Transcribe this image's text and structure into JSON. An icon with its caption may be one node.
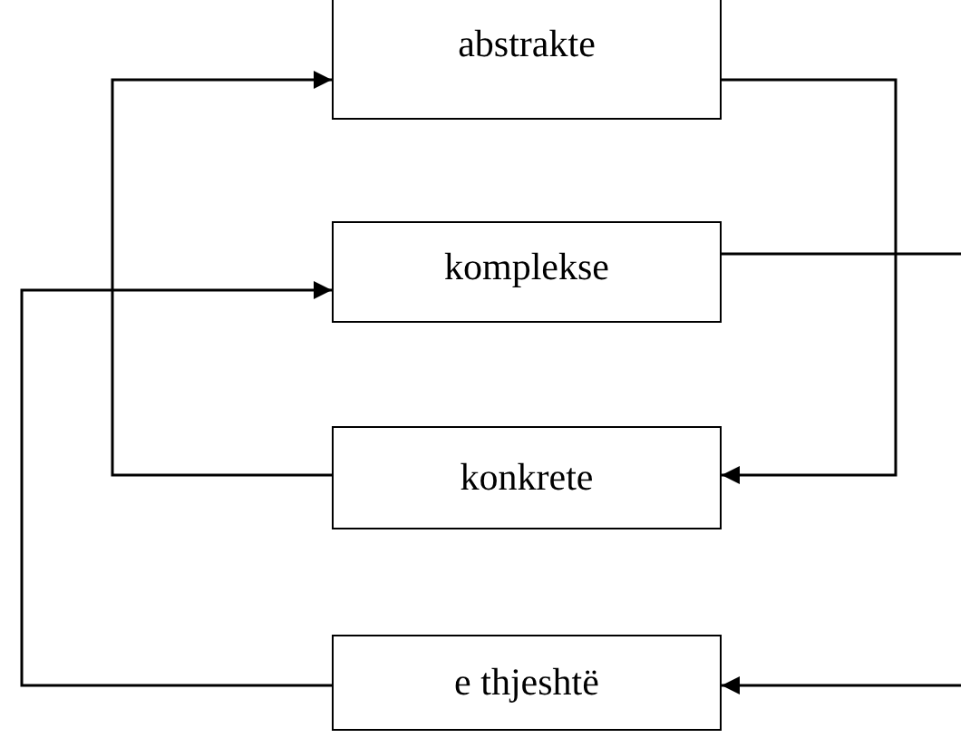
{
  "diagram": {
    "nodes": [
      {
        "text": [
          "abstrakte"
        ]
      },
      {
        "text": [
          "komplekse"
        ]
      },
      {
        "text": [
          "konkrete"
        ]
      },
      {
        "text": [
          "e thjeshtë"
        ]
      }
    ],
    "edges": [
      {
        "from": 2,
        "to": 0,
        "arrow": "to"
      },
      {
        "from": 3,
        "to": 1,
        "arrow": "to"
      },
      {
        "from": 0,
        "to": 2,
        "arrow": "to"
      },
      {
        "from": 1,
        "to": null,
        "arrow": "none"
      },
      {
        "from": null,
        "to": 3,
        "arrow": "to"
      }
    ]
  }
}
